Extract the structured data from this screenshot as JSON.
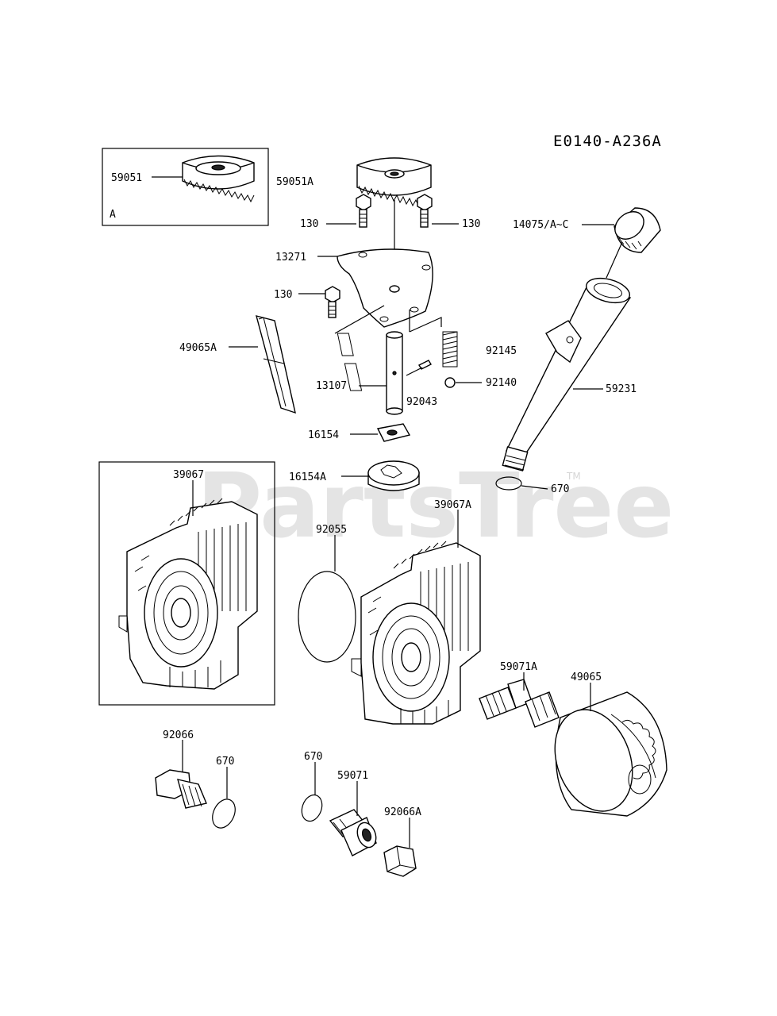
{
  "diagram_code": "E0140-A236A",
  "watermark": "PartsTree",
  "watermark_tm": "TM",
  "inset_a_tag": "A",
  "callouts": {
    "c59051": "59051",
    "c59051A": "59051A",
    "c130_left": "130",
    "c130_right": "130",
    "c130_mid": "130",
    "c13271": "13271",
    "c14075": "14075/A~C",
    "c49065A": "49065A",
    "c92145": "92145",
    "c92140": "92140",
    "c13107": "13107",
    "c92043": "92043",
    "c59231": "59231",
    "c16154": "16154",
    "c16154A": "16154A",
    "c670_top": "670",
    "c39067": "39067",
    "c39067A": "39067A",
    "c92055": "92055",
    "c59071A": "59071A",
    "c49065": "49065",
    "c92066": "92066",
    "c670_left": "670",
    "c670_mid": "670",
    "c59071": "59071",
    "c92066A": "92066A"
  }
}
